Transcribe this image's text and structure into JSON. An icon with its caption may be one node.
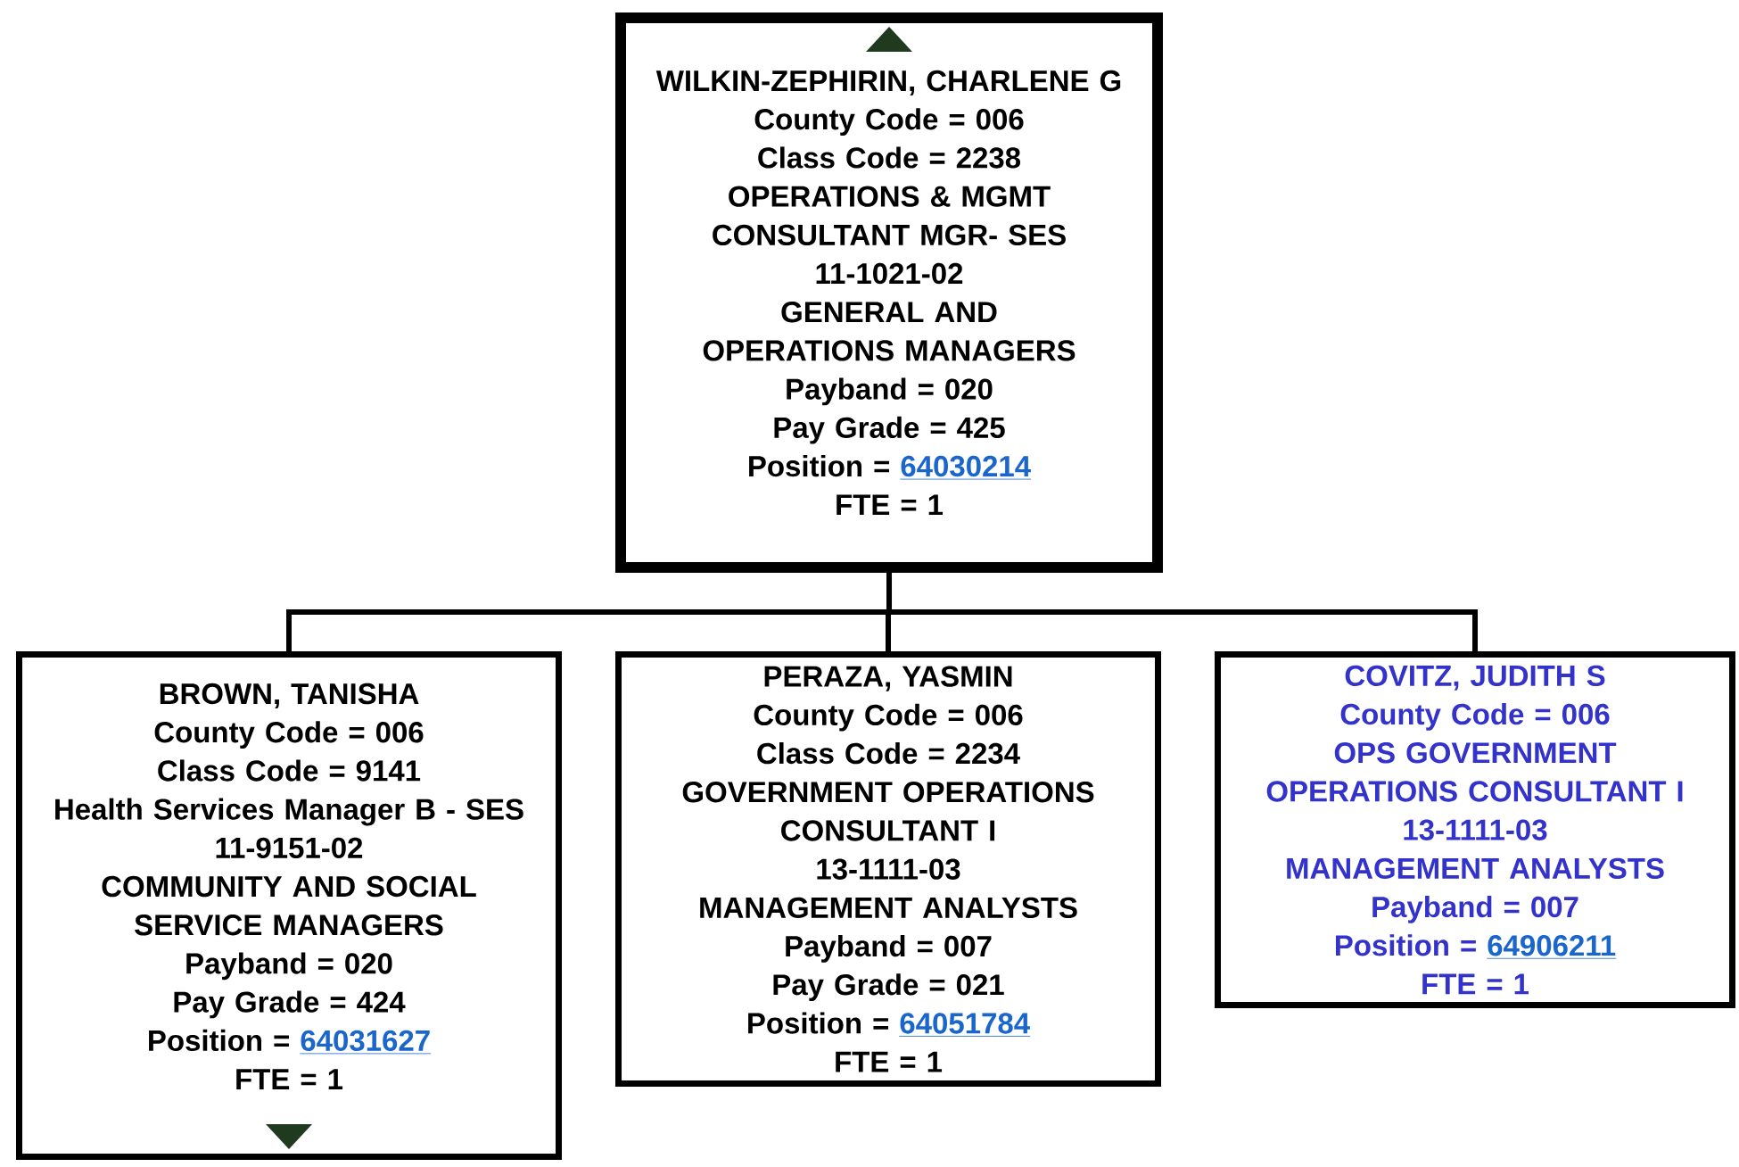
{
  "diagram": {
    "nodes": [
      {
        "text": [
          "WILKIN-ZEPHIRIN, CHARLENE G",
          "County Code = 006",
          "Class Code = 2238",
          "OPERATIONS & MGMT CONSULTANT MGR- SES",
          "11-1021-02",
          "GENERAL AND OPERATIONS MANAGERS",
          "Payband = 020",
          "Pay Grade = 425",
          "Position =",
          "64030214",
          "FTE = 1"
        ]
      },
      {
        "text": [
          "BROWN, TANISHA",
          "County Code = 006",
          "Class Code = 9141",
          "Health Services Manager B - SES",
          "11-9151-02",
          "COMMUNITY AND SOCIAL SERVICE MANAGERS",
          "Payband = 020",
          "Pay Grade = 424",
          "Position =",
          "64031627",
          "FTE = 1"
        ]
      },
      {
        "text": [
          "PERAZA, YASMIN",
          "County Code = 006",
          "Class Code = 2234",
          "GOVERNMENT OPERATIONS CONSULTANT I",
          "13-1111-03",
          "MANAGEMENT ANALYSTS",
          "Payband = 007",
          "Pay Grade = 021",
          "Position =",
          "64051784",
          "FTE = 1"
        ]
      },
      {
        "text": [
          "COVITZ, JUDITH S",
          "County Code = 006",
          "OPS GOVERNMENT OPERATIONS CONSULTANT I",
          "13-1111-03",
          "MANAGEMENT ANALYSTS",
          "Payband = 007",
          "Position =",
          "64906211",
          "FTE = 1"
        ]
      }
    ],
    "edges": [
      {
        "from": 0,
        "to": 1,
        "arrow": "none"
      },
      {
        "from": 0,
        "to": 2,
        "arrow": "none"
      },
      {
        "from": 0,
        "to": 3,
        "arrow": "none"
      }
    ]
  }
}
